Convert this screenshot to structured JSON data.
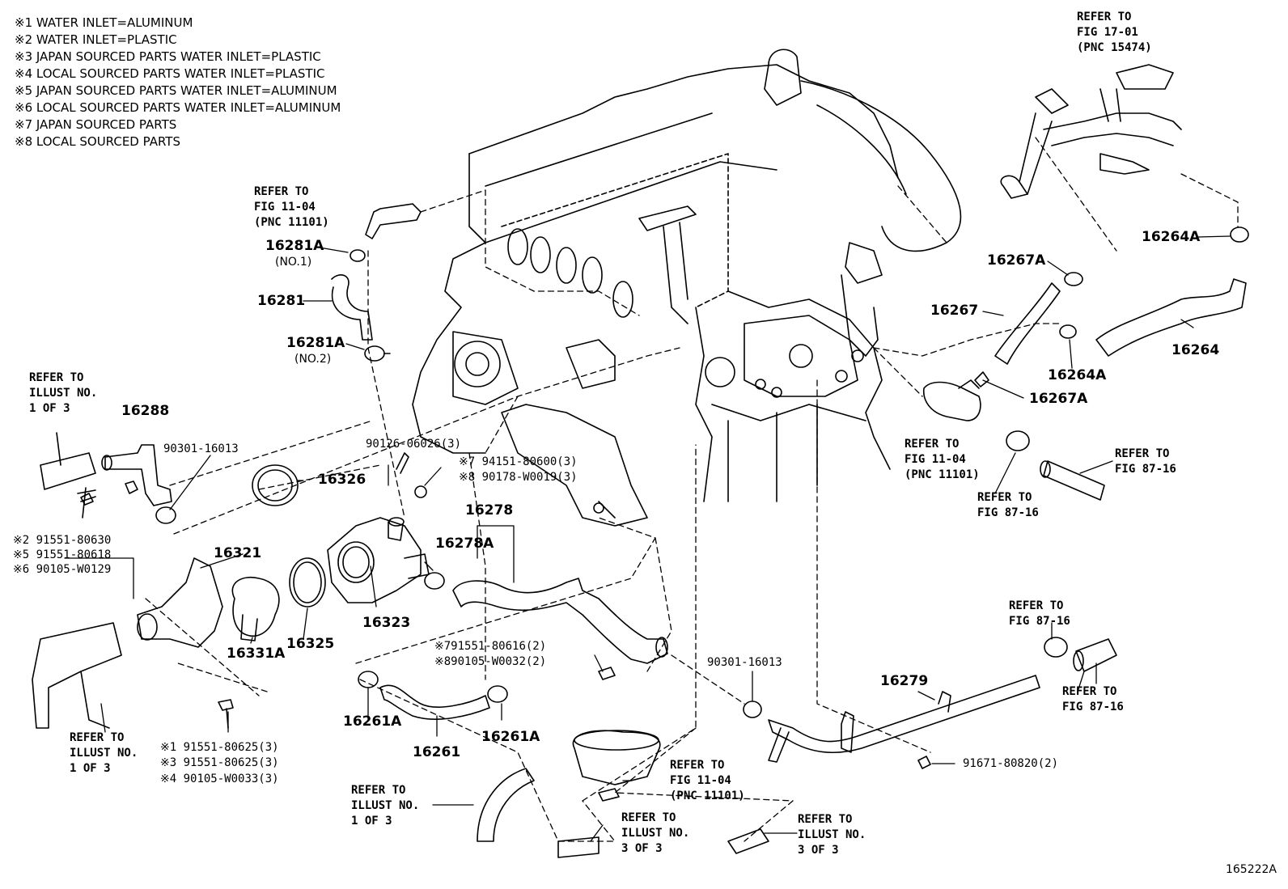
{
  "legend": [
    "※1 WATER INLET=ALUMINUM",
    "※2 WATER INLET=PLASTIC",
    "※3  JAPAN SOURCED PARTS  WATER INLET=PLASTIC",
    "※4  LOCAL SOURCED PARTS  WATER INLET=PLASTIC",
    "※5  JAPAN SOURCED PARTS  WATER INLET=ALUMINUM",
    "※6  LOCAL SOURCED PARTS  WATER INLET=ALUMINUM",
    "※7  JAPAN SOURCED PARTS",
    "※8  LOCAL SOURCED PARTS"
  ],
  "part_numbers": {
    "p16281A_1": "16281A",
    "p16281A_1_note": "(NO.1)",
    "p16281": "16281",
    "p16281A_2": "16281A",
    "p16281A_2_note": "(NO.2)",
    "p16288": "16288",
    "p16326": "16326",
    "p16321": "16321",
    "p16331A": "16331A",
    "p16325": "16325",
    "p16323": "16323",
    "p16278": "16278",
    "p16278A": "16278A",
    "p16261A_left": "16261A",
    "p16261": "16261",
    "p16261A_right": "16261A",
    "p16279": "16279",
    "p16264A_top": "16264A",
    "p16267A_top": "16267A",
    "p16267": "16267",
    "p16264": "16264",
    "p16264A_mid": "16264A",
    "p16267A_mid": "16267A"
  },
  "hardware": {
    "h90301_top": "90301-16013",
    "h90126": "90126-06026(3)",
    "h94151": "※7 94151-80600(3)",
    "h90178": "※8 90178-W0019(3)",
    "h91551_80630": "※2 91551-80630",
    "h91551_80618": "※5 91551-80618",
    "h90105_W0129": "※6 90105-W0129",
    "h91551_80616": "※791551-80616(2)",
    "h90105_W0032": "※890105-W0032(2)",
    "h90301_bottom": "90301-16013",
    "h91551_80625_1": "※1 91551-80625(3)",
    "h91551_80625_3": "※3 91551-80625(3)",
    "h90105_W0033": "※4 90105-W0033(3)",
    "h91671": "91671-80820(2)"
  },
  "references": {
    "ref_fig1701": [
      "REFER TO",
      "FIG 17-01",
      "(PNC 15474)"
    ],
    "ref_fig1104_top": [
      "REFER TO",
      "FIG 11-04",
      "(PNC 11101)"
    ],
    "ref_illust_left_top": [
      "REFER TO",
      "ILLUST NO.",
      "1 OF 3"
    ],
    "ref_fig1104_right": [
      "REFER TO",
      "FIG 11-04",
      "(PNC 11101)"
    ],
    "ref_fig8716_a": [
      "REFER TO",
      "FIG 87-16"
    ],
    "ref_fig8716_b": [
      "REFER TO",
      "FIG 87-16"
    ],
    "ref_fig8716_c": [
      "REFER TO",
      "FIG 87-16"
    ],
    "ref_fig8716_d": [
      "REFER TO",
      "FIG 87-16"
    ],
    "ref_illust_left_bottom": [
      "REFER TO",
      "ILLUST NO.",
      "1 OF 3"
    ],
    "ref_illust_mid_bottom": [
      "REFER TO",
      "ILLUST NO.",
      "1 OF 3"
    ],
    "ref_fig1104_bottom": [
      "REFER TO",
      "FIG 11-04",
      "(PNC 11101)"
    ],
    "ref_illust_3of3_a": [
      "REFER TO",
      "ILLUST NO.",
      "3 OF 3"
    ],
    "ref_illust_3of3_b": [
      "REFER TO",
      "ILLUST NO.",
      "3 OF 3"
    ]
  },
  "drawing_code": "165222A"
}
